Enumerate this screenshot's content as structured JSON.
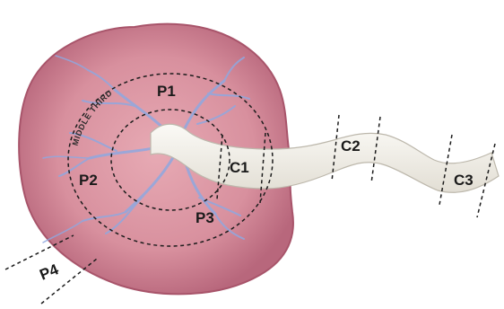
{
  "labels": {
    "p1": "P1",
    "p2": "P2",
    "p3": "P3",
    "p4": "P4",
    "c1": "C1",
    "c2": "C2",
    "c3": "C3",
    "middle_third": "MIDDLE THIRD"
  },
  "colors": {
    "retina_fill": "#d98f9c",
    "retina_edge": "#a8546a",
    "vessel": "#8fa8e0",
    "nerve": "#f2f0ea",
    "nerve_edge": "#bdb8ac",
    "dashed_line": "#1c1c1c"
  }
}
